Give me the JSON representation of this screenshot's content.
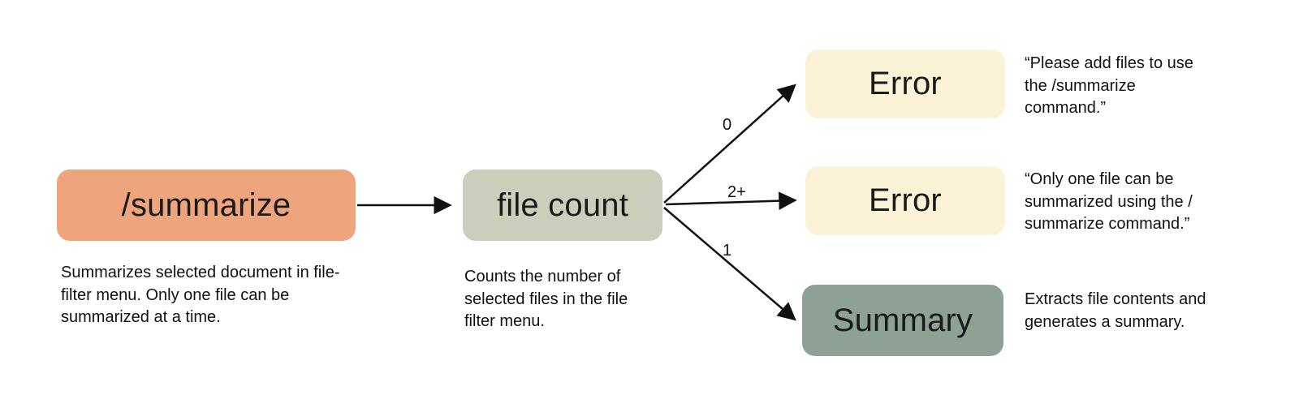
{
  "diagram": {
    "title": "summarize command flowchart",
    "colors": {
      "background": "#ffffff",
      "summarize_node": "#eea57e",
      "file_count_node": "#c9cfba",
      "error_node": "#faf3d8",
      "summary_node": "#8da195",
      "arrow": "#111111",
      "text": "#111111"
    },
    "nodes": [
      {
        "id": "summarize",
        "label": "/summarize"
      },
      {
        "id": "file-count",
        "label": "file count"
      },
      {
        "id": "error-zero",
        "label": "Error"
      },
      {
        "id": "error-two-plus",
        "label": "Error"
      },
      {
        "id": "summary",
        "label": "Summary"
      }
    ],
    "edges": [
      {
        "from": "summarize",
        "to": "file-count",
        "label": ""
      },
      {
        "from": "file-count",
        "to": "error-zero",
        "label": "0"
      },
      {
        "from": "file-count",
        "to": "error-two-plus",
        "label": "2+"
      },
      {
        "from": "file-count",
        "to": "summary",
        "label": "1"
      }
    ],
    "captions": [
      {
        "for": "summarize",
        "text": "Summarizes selected document in file-filter menu. Only one file can be summarized at a time."
      },
      {
        "for": "file-count",
        "text": "Counts the number of selected files in the file filter menu."
      },
      {
        "for": "error-zero",
        "text": "“Please add files to use the /summarize command.”"
      },
      {
        "for": "error-two-plus",
        "text": "“Only one file can be summarized using the / summarize command.”"
      },
      {
        "for": "summary",
        "text": "Extracts file contents and generates a summary."
      }
    ]
  }
}
